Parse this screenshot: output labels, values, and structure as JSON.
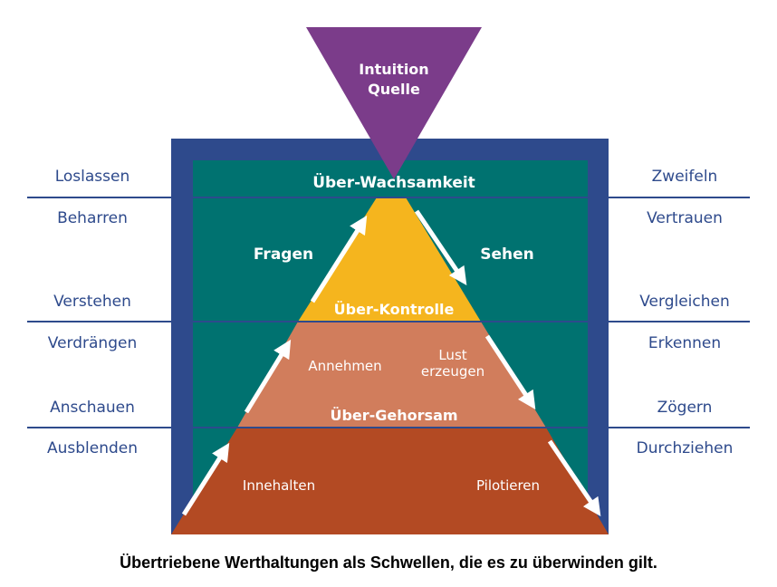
{
  "colors": {
    "frame": "#2e4a8c",
    "teal": "#007270",
    "purple": "#7b3c8a",
    "yellow": "#f5b51e",
    "salmon": "#d17d5c",
    "rust": "#b34a23",
    "label_blue": "#2e4a8c"
  },
  "top": {
    "line1": "Intuition",
    "line2": "Quelle"
  },
  "bands": {
    "top_label": "Über-Wachsamkeit",
    "yellow_label": "Über-Kontrolle",
    "salmon_label": "Über-Gehorsam"
  },
  "inner": {
    "fragen": "Fragen",
    "sehen": "Sehen",
    "annehmen": "Annehmen",
    "lust_line1": "Lust",
    "lust_line2": "erzeugen",
    "innehalten": "Innehalten",
    "pilotieren": "Pilotieren"
  },
  "left_labels": [
    "Loslassen",
    "Beharren",
    "Verstehen",
    "Verdrängen",
    "Anschauen",
    "Ausblenden"
  ],
  "right_labels": [
    "Zweifeln",
    "Vertrauen",
    "Vergleichen",
    "Erkennen",
    "Zögern",
    "Durchziehen"
  ],
  "caption": "Übertriebene Werthaltungen als Schwellen, die es zu überwinden gilt."
}
